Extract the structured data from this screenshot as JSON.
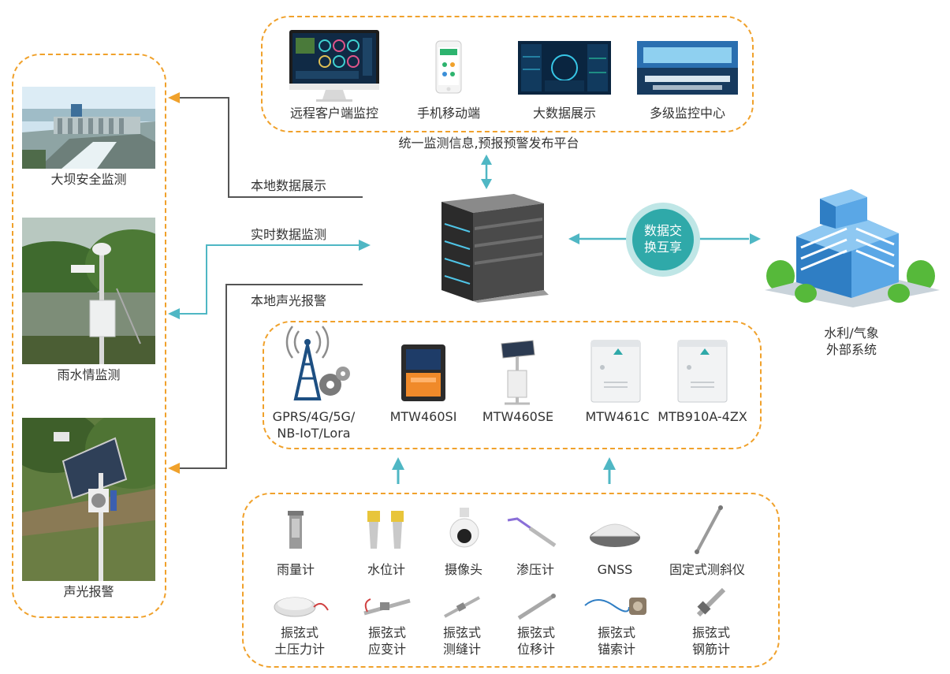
{
  "colors": {
    "accent_orange": "#f0a12b",
    "accent_teal": "#4fb7c4",
    "line_dark": "#555555",
    "bubble": "#2fa9a9"
  },
  "left_panel": {
    "items": [
      {
        "label": "大坝安全监测",
        "icon": "dam-photo"
      },
      {
        "label": "雨水情监测",
        "icon": "rain-station-photo"
      },
      {
        "label": "声光报警",
        "icon": "alarm-station-photo"
      }
    ]
  },
  "top_panel": {
    "items": [
      {
        "label": "远程客户端监控",
        "icon": "monitor-icon"
      },
      {
        "label": "手机移动端",
        "icon": "phone-icon"
      },
      {
        "label": "大数据展示",
        "icon": "dashboard-screen-icon"
      },
      {
        "label": "多级监控中心",
        "icon": "control-room-icon"
      }
    ],
    "caption": "统一监测信息,预报预警发布平台"
  },
  "flows": {
    "local_display": "本地数据展示",
    "realtime": "实时数据监测",
    "local_alarm": "本地声光报警"
  },
  "exchange": {
    "line1": "数据交",
    "line2": "换互享"
  },
  "external": {
    "line1": "水利/气象",
    "line2": "外部系统"
  },
  "devices": [
    {
      "label": "GPRS/4G/5G/\nNB-IoT/Lora",
      "icon": "tower-icon"
    },
    {
      "label": "MTW460SI",
      "icon": "datalogger-icon"
    },
    {
      "label": "MTW460SE",
      "icon": "solar-logger-icon"
    },
    {
      "label": "MTW461C",
      "icon": "cabinet-icon"
    },
    {
      "label": "MTB910A-4ZX",
      "icon": "cabinet-icon"
    }
  ],
  "sensors_row1": [
    {
      "label": "雨量计",
      "icon": "rain-gauge-icon"
    },
    {
      "label": "水位计",
      "icon": "water-level-icon"
    },
    {
      "label": "摄像头",
      "icon": "camera-icon"
    },
    {
      "label": "渗压计",
      "icon": "piezometer-icon"
    },
    {
      "label": "GNSS",
      "icon": "gnss-icon"
    },
    {
      "label": "固定式测斜仪",
      "icon": "inclinometer-icon"
    }
  ],
  "sensors_row2": [
    {
      "line1": "振弦式",
      "line2": "土压力计",
      "icon": "earth-pressure-icon"
    },
    {
      "line1": "振弦式",
      "line2": "应变计",
      "icon": "strain-gauge-icon"
    },
    {
      "line1": "振弦式",
      "line2": "测缝计",
      "icon": "crack-meter-icon"
    },
    {
      "line1": "振弦式",
      "line2": "位移计",
      "icon": "displacement-icon"
    },
    {
      "line1": "振弦式",
      "line2": "锚索计",
      "icon": "anchor-cable-icon"
    },
    {
      "line1": "振弦式",
      "line2": "钢筋计",
      "icon": "rebar-meter-icon"
    }
  ]
}
